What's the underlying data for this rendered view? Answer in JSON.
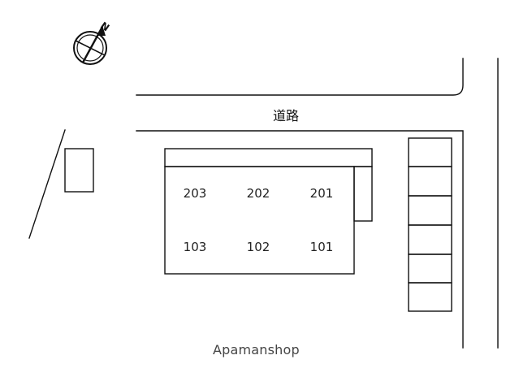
{
  "compass": {
    "icon": "north-compass-icon",
    "north_letter": "N"
  },
  "road": {
    "label": "道路"
  },
  "building": {
    "units_upper": [
      "203",
      "202",
      "201"
    ],
    "units_lower": [
      "103",
      "102",
      "101"
    ]
  },
  "parking": {
    "space_count": 6
  },
  "watermark": {
    "text": "Apamanshop"
  }
}
